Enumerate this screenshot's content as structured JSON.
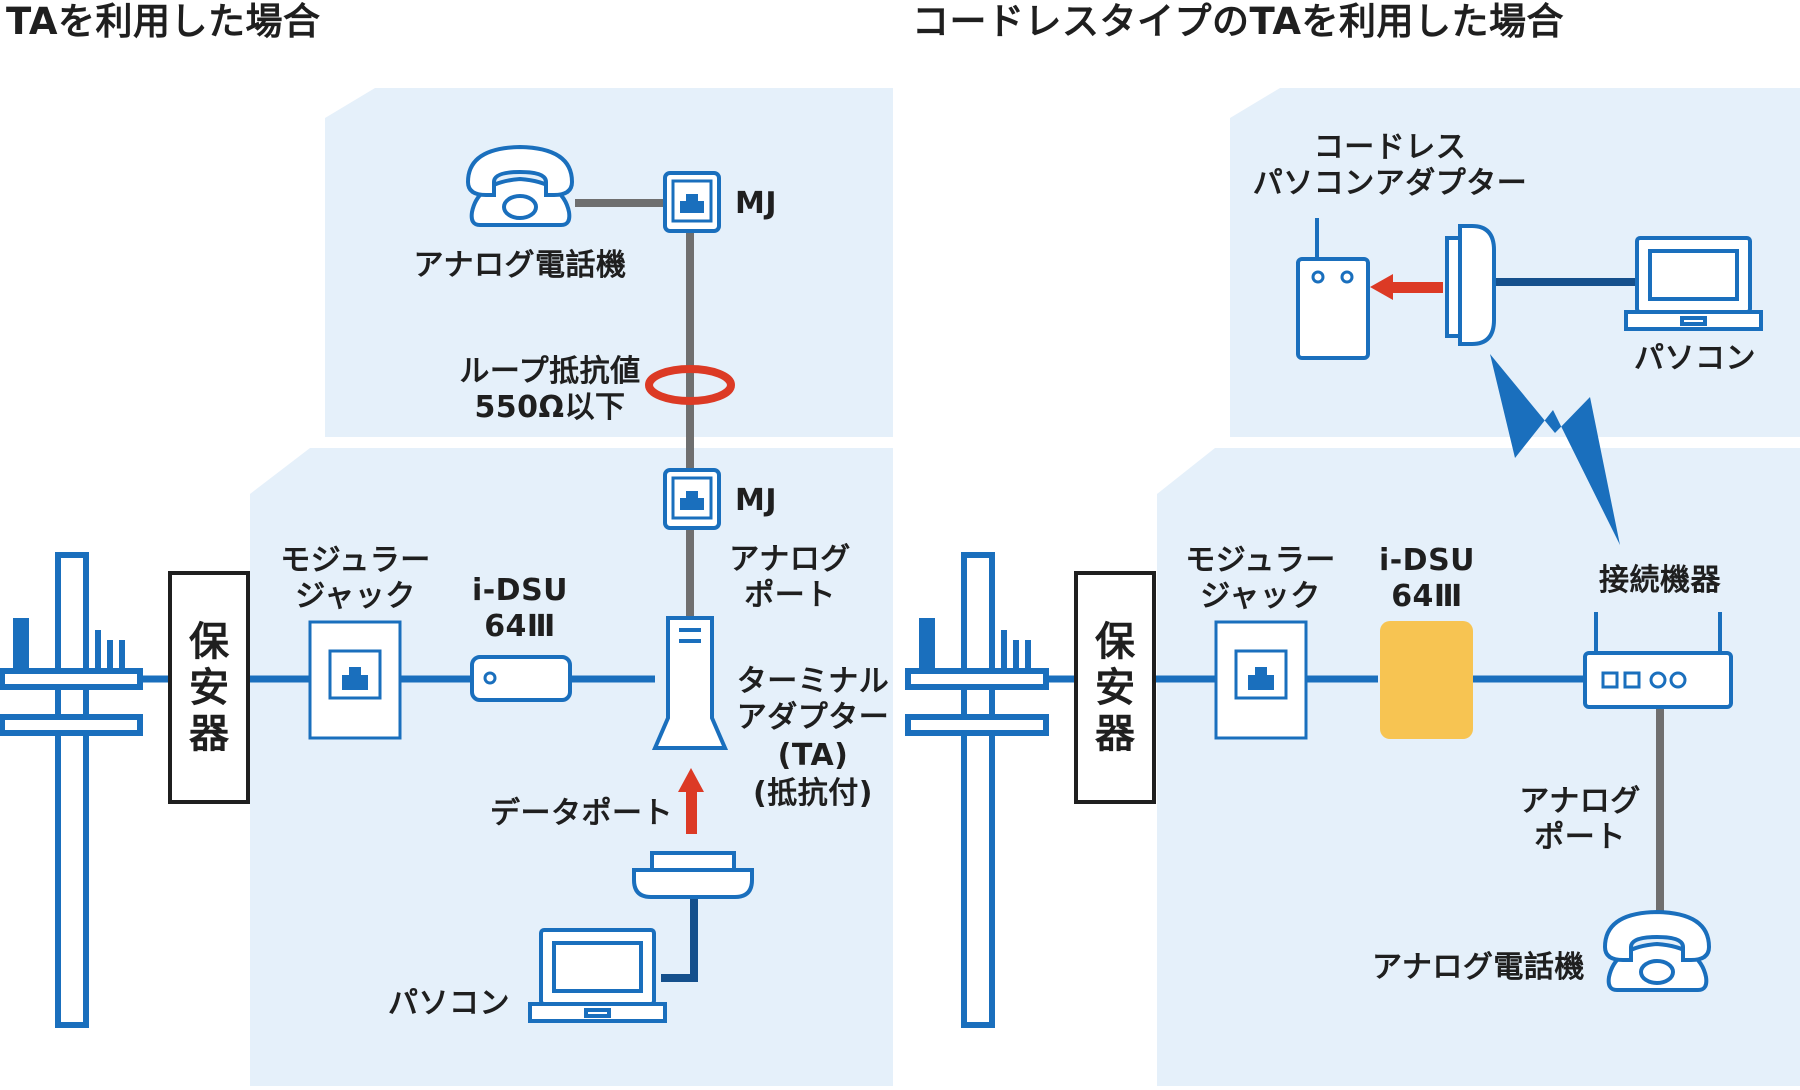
{
  "titles": {
    "left": "TAを利用した場合",
    "right": "コードレスタイプのTAを利用した場合"
  },
  "left": {
    "analog_phone": "アナログ電話機",
    "mj_top": "MJ",
    "loop_resistance_line1": "ループ抵抗値",
    "loop_resistance_line2": "550Ω以下",
    "mj_bottom": "MJ",
    "modular_jack_line1": "モジュラー",
    "modular_jack_line2": "ジャック",
    "idsu_line1": "i-DSU",
    "idsu_line2": "64Ⅲ",
    "analog_port_line1": "アナログ",
    "analog_port_line2": "ポート",
    "terminal_adapter_line1": "ターミナル",
    "terminal_adapter_line2": "アダプター",
    "terminal_adapter_line3": "(TA)",
    "terminal_adapter_line4": "(抵抗付)",
    "data_port": "データポート",
    "pc": "パソコン",
    "protector": "保安器"
  },
  "right": {
    "cordless_adapter_line1": "コードレス",
    "cordless_adapter_line2": "パソコンアダプター",
    "pc": "パソコン",
    "modular_jack_line1": "モジュラー",
    "modular_jack_line2": "ジャック",
    "idsu_line1": "i-DSU",
    "idsu_line2": "64Ⅲ",
    "connection_device": "接続機器",
    "analog_port_line1": "アナログ",
    "analog_port_line2": "ポート",
    "analog_phone": "アナログ電話機",
    "protector": "保安器"
  },
  "colors": {
    "blue": "#1a6fbd",
    "dark_blue": "#15508c",
    "gray_line": "#6f6f6f",
    "panel_bg": "#e5f0fa",
    "red": "#dc3a25",
    "yellow": "#f7c452"
  },
  "icons": [
    "telephone-icon",
    "modular-jack-icon",
    "laptop-icon",
    "router-icon",
    "cordless-adapter-icon",
    "lightning-icon",
    "utility-pole-icon"
  ]
}
